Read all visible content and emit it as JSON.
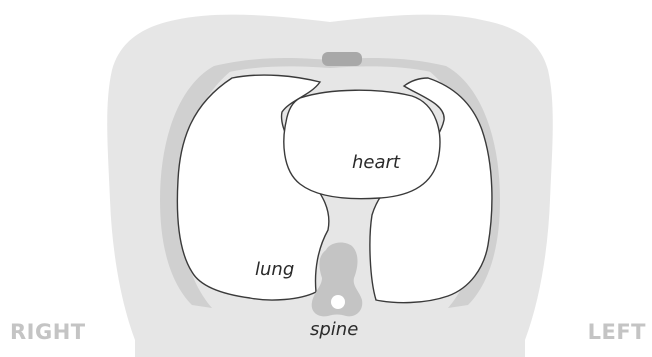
{
  "labels": {
    "heart": "heart",
    "lung": "lung",
    "spine": "spine",
    "right": "RIGHT",
    "left": "LEFT"
  },
  "colors": {
    "body": "#e6e6e6",
    "rib": "#cfcfcf",
    "sternum": "#a8a8a8",
    "cavity": "#ffffff",
    "outline": "#3a3a3a",
    "spine": "#c2c2c2",
    "side_label": "#c4c4c4"
  }
}
